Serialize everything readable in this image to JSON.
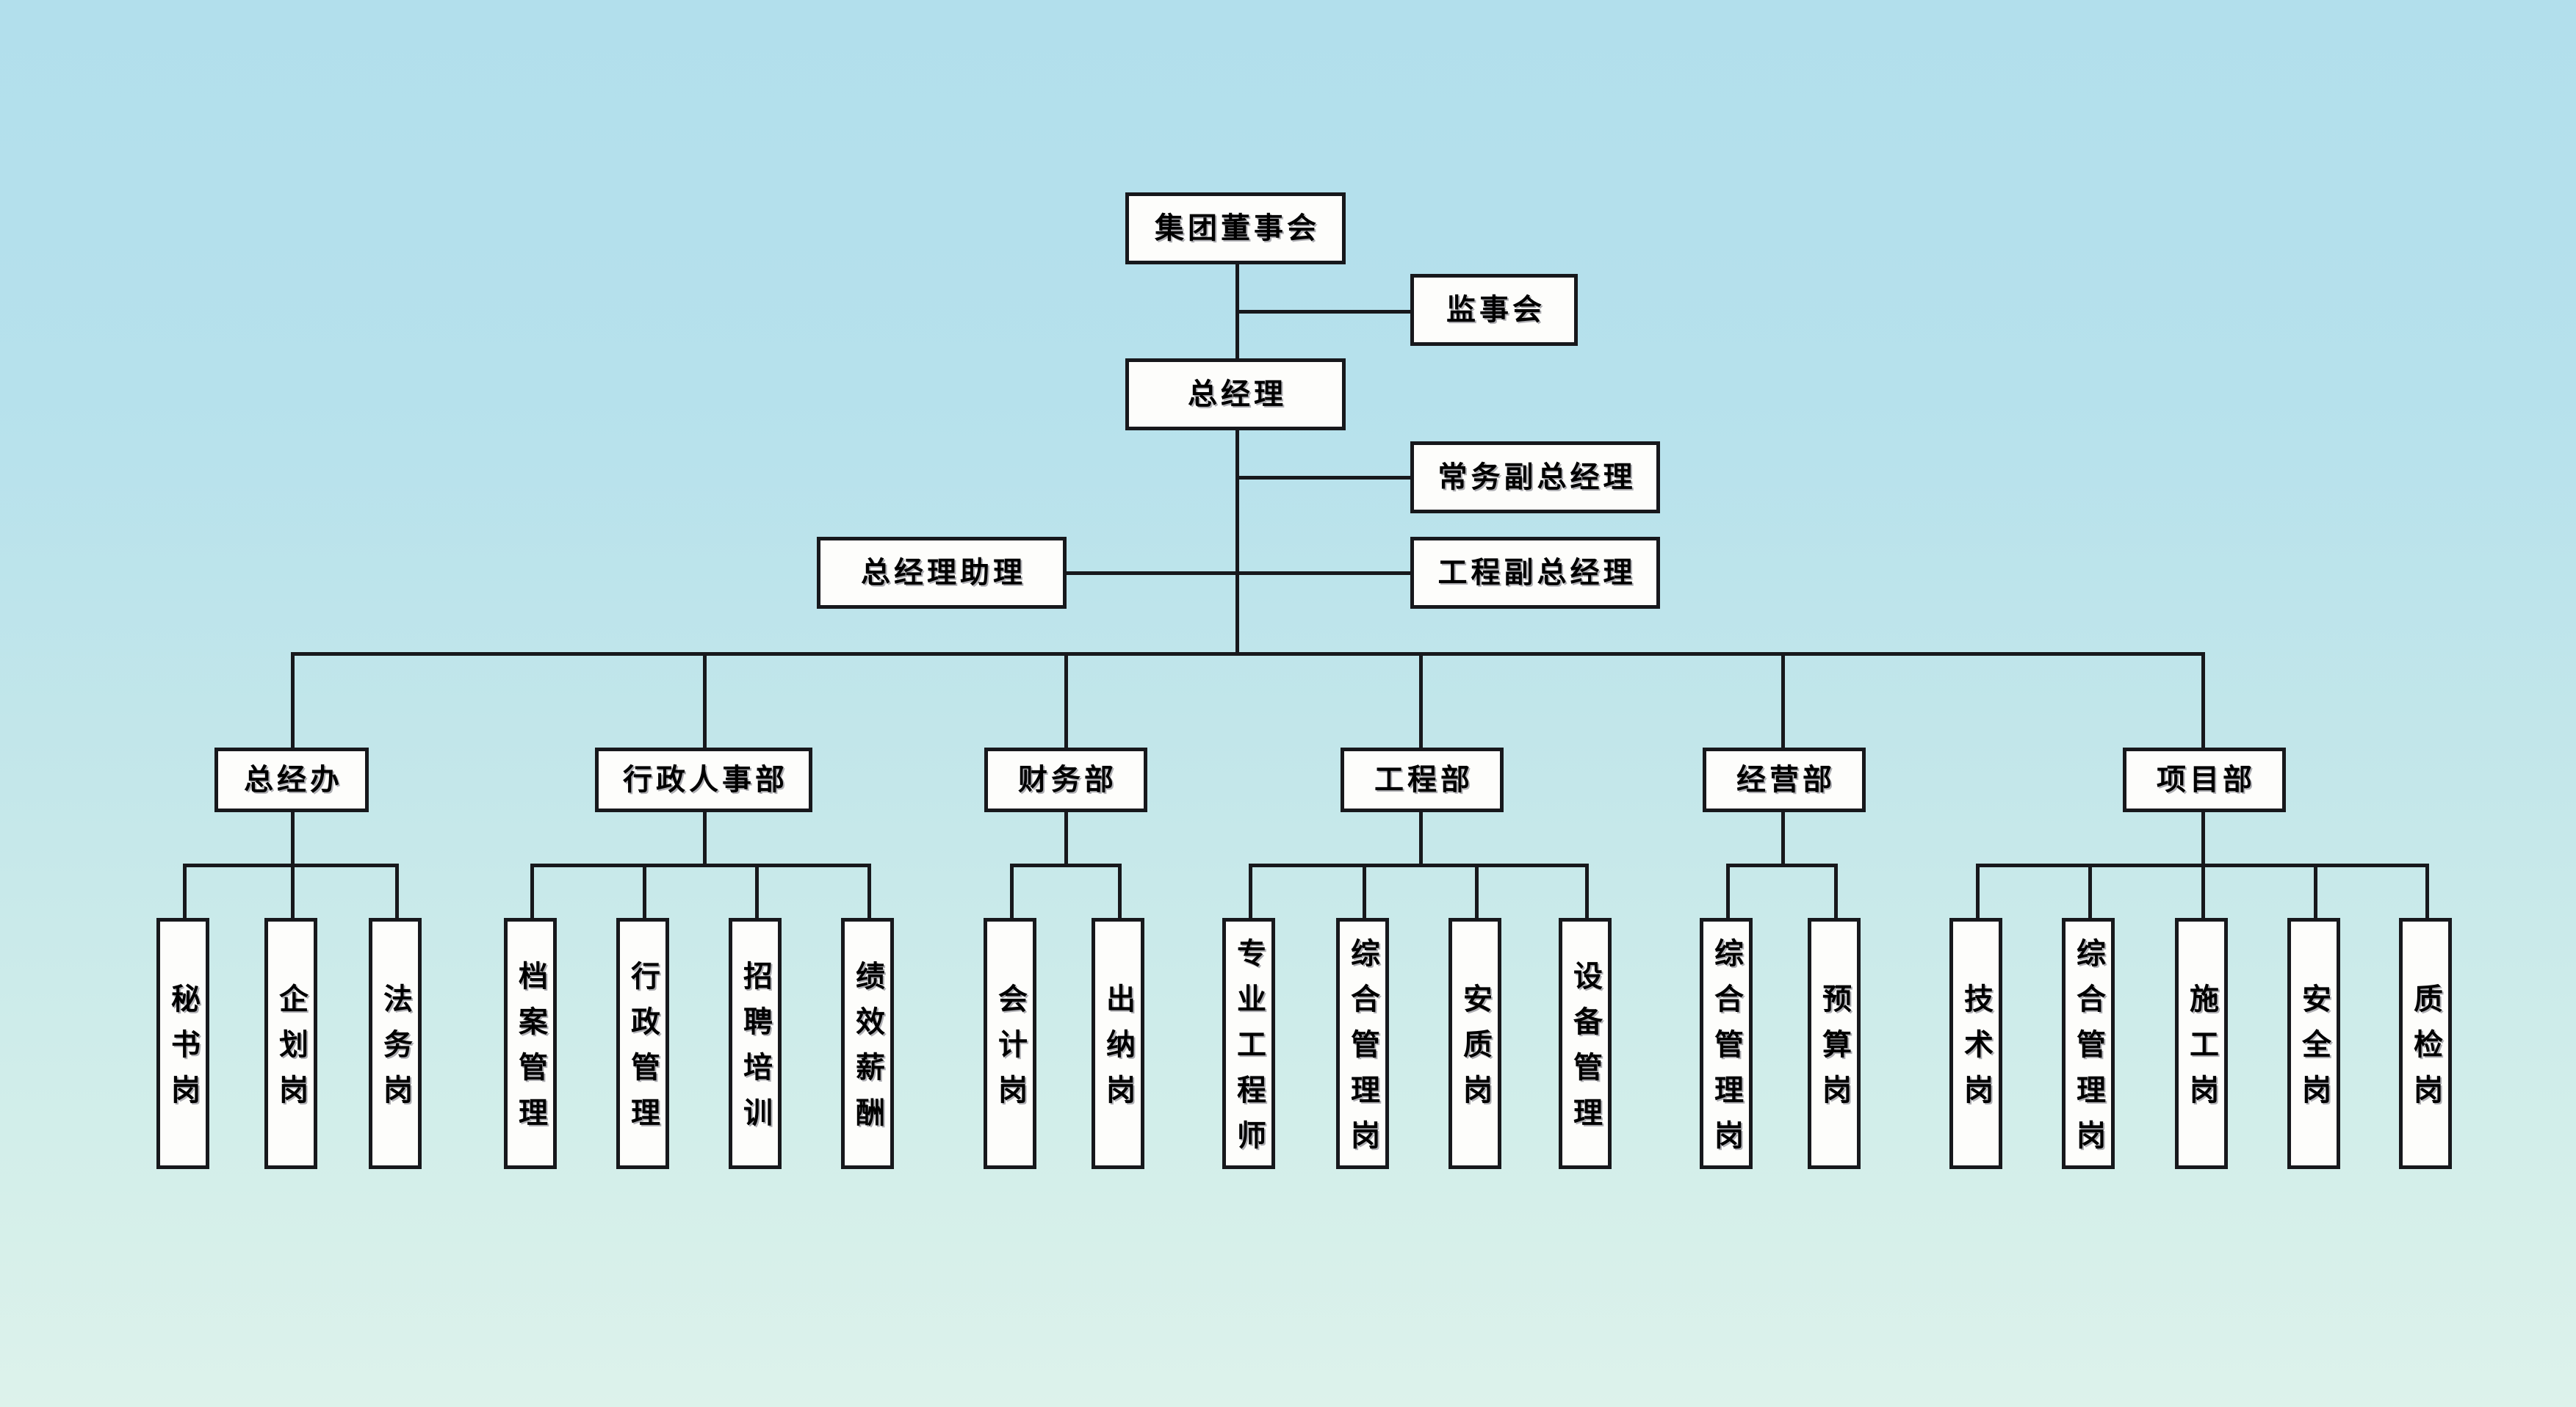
{
  "chart_title": "",
  "background": {
    "top_color": "#b2dfec",
    "bottom_color": "#ddf2eb"
  },
  "box_style": {
    "fill": "#fdfdfb",
    "border_color": "#17181c",
    "text_color": "#000000"
  },
  "org_chart": {
    "type": "diagram",
    "levels": [
      {
        "level": 1,
        "nodes": [
          {
            "id": "board",
            "label": "集团董事会"
          },
          {
            "id": "supervisory",
            "label": "监事会"
          }
        ]
      },
      {
        "level": 2,
        "nodes": [
          {
            "id": "gm",
            "label": "总经理"
          },
          {
            "id": "exec_vgm",
            "label": "常务副总经理"
          },
          {
            "id": "eng_vgm",
            "label": "工程副总经理"
          },
          {
            "id": "gm_assistant",
            "label": "总经理助理"
          }
        ]
      }
    ],
    "departments": [
      {
        "id": "gm_office",
        "label": "总经办",
        "positions": [
          "秘书岗",
          "企划岗",
          "法务岗"
        ]
      },
      {
        "id": "admin_hr",
        "label": "行政人事部",
        "positions": [
          "档案管理",
          "行政管理",
          "招聘培训",
          "绩效薪酬"
        ]
      },
      {
        "id": "finance",
        "label": "财务部",
        "positions": [
          "会计岗",
          "出纳岗"
        ]
      },
      {
        "id": "engineering",
        "label": "工程部",
        "positions": [
          "专业工程师",
          "综合管理岗",
          "安质岗",
          "设备管理"
        ]
      },
      {
        "id": "operations",
        "label": "经营部",
        "positions": [
          "综合管理岗",
          "预算岗"
        ]
      },
      {
        "id": "project",
        "label": "项目部",
        "positions": [
          "技术岗",
          "综合管理岗",
          "施工岗",
          "安全岗",
          "质检岗"
        ]
      }
    ]
  },
  "boxes": {
    "board": "集团董事会",
    "supervisory": "监事会",
    "gm": "总经理",
    "exec_vgm": "常务副总经理",
    "eng_vgm": "工程副总经理",
    "gm_assistant": "总经理助理",
    "dept_gm_office": "总经办",
    "dept_admin_hr": "行政人事部",
    "dept_finance": "财务部",
    "dept_engineering": "工程部",
    "dept_operations": "经营部",
    "dept_project": "项目部",
    "p_secretary": "秘书岗",
    "p_planning": "企划岗",
    "p_legal": "法务岗",
    "p_archive": "档案管理",
    "p_admin": "行政管理",
    "p_recruit": "招聘培训",
    "p_performance": "绩效薪酬",
    "p_accounting": "会计岗",
    "p_cashier": "出纳岗",
    "p_engineer": "专业工程师",
    "p_eng_general": "综合管理岗",
    "p_safety_quality": "安质岗",
    "p_equipment": "设备管理",
    "p_ops_general": "综合管理岗",
    "p_budget": "预算岗",
    "p_technical": "技术岗",
    "p_proj_general": "综合管理岗",
    "p_construction": "施工岗",
    "p_safety": "安全岗",
    "p_quality": "质检岗"
  }
}
